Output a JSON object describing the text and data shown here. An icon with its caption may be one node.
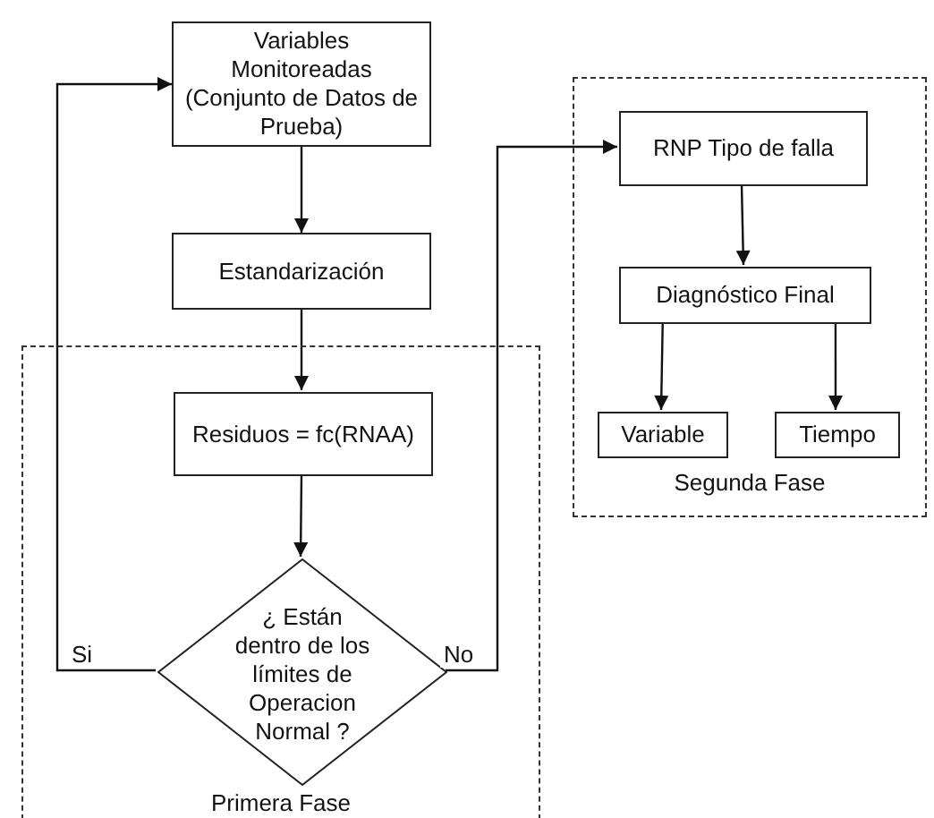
{
  "diagram": {
    "nodes": [
      {
        "text": [
          "Variables Monitoreadas (Conjunto de Datos de Prueba)"
        ]
      },
      {
        "text": [
          "Estandarización"
        ]
      },
      {
        "text": [
          "Primera Fase"
        ]
      },
      {
        "text": [
          "Residuos = fc(RNAA)"
        ],
        "in": 2
      },
      {
        "text": [
          "¿ Están dentro de los límites de Operacion Normal ?"
        ],
        "in": 2
      },
      {
        "text": [
          "Segunda Fase"
        ]
      },
      {
        "text": [
          "RNP Tipo de falla"
        ],
        "in": 5
      },
      {
        "text": [
          "Diagnóstico Final"
        ],
        "in": 5
      },
      {
        "text": [
          "Variable"
        ],
        "in": 5
      },
      {
        "text": [
          "Tiempo"
        ],
        "in": 5
      }
    ],
    "edges": [
      {
        "from": 0,
        "to": 1,
        "arrow": "to"
      },
      {
        "from": 1,
        "to": 3,
        "arrow": "to"
      },
      {
        "from": 3,
        "to": 4,
        "arrow": "to"
      },
      {
        "from": 4,
        "to": 0,
        "arrow": "to",
        "label": "Si"
      },
      {
        "from": 4,
        "to": 6,
        "arrow": "to",
        "label": "No"
      },
      {
        "from": 6,
        "to": 7,
        "arrow": "to"
      },
      {
        "from": 7,
        "to": 8,
        "arrow": "to"
      },
      {
        "from": 7,
        "to": 9,
        "arrow": "to"
      }
    ]
  }
}
